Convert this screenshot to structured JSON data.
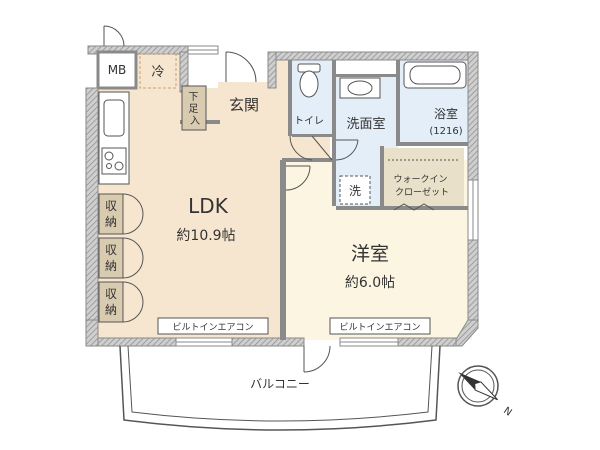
{
  "rooms": {
    "ldk_name": "LDK",
    "ldk_size": "約10.9帖",
    "bedroom_name": "洋室",
    "bedroom_size": "約6.0帖",
    "entrance": "玄関",
    "shoe_box": "下足入",
    "toilet": "トイレ",
    "washroom": "洗面室",
    "bath_name": "浴室",
    "bath_size": "(1216)",
    "walk_in_closet": "ウォークインクローゼット",
    "washer": "洗",
    "fridge": "冷",
    "meter_box": "MB",
    "storage": "収納",
    "balcony": "バルコニー"
  },
  "labels": {
    "aircon_ldk": "ビルトインエアコン",
    "aircon_bedroom": "ビルトインエアコン",
    "compass_north": "N"
  },
  "colors": {
    "wall": "#8a8a8a",
    "wall_hatch": "#bfbfbf",
    "ldk_floor": "#f7e6cf",
    "bedroom_floor": "#fbf5e1",
    "wet_floor": "#e3eef8",
    "closet_floor": "#e8e0c8",
    "fixture_stroke": "#555555",
    "shoe_box_fill": "#d9cbb0",
    "fridge_border": "#c9a070"
  }
}
